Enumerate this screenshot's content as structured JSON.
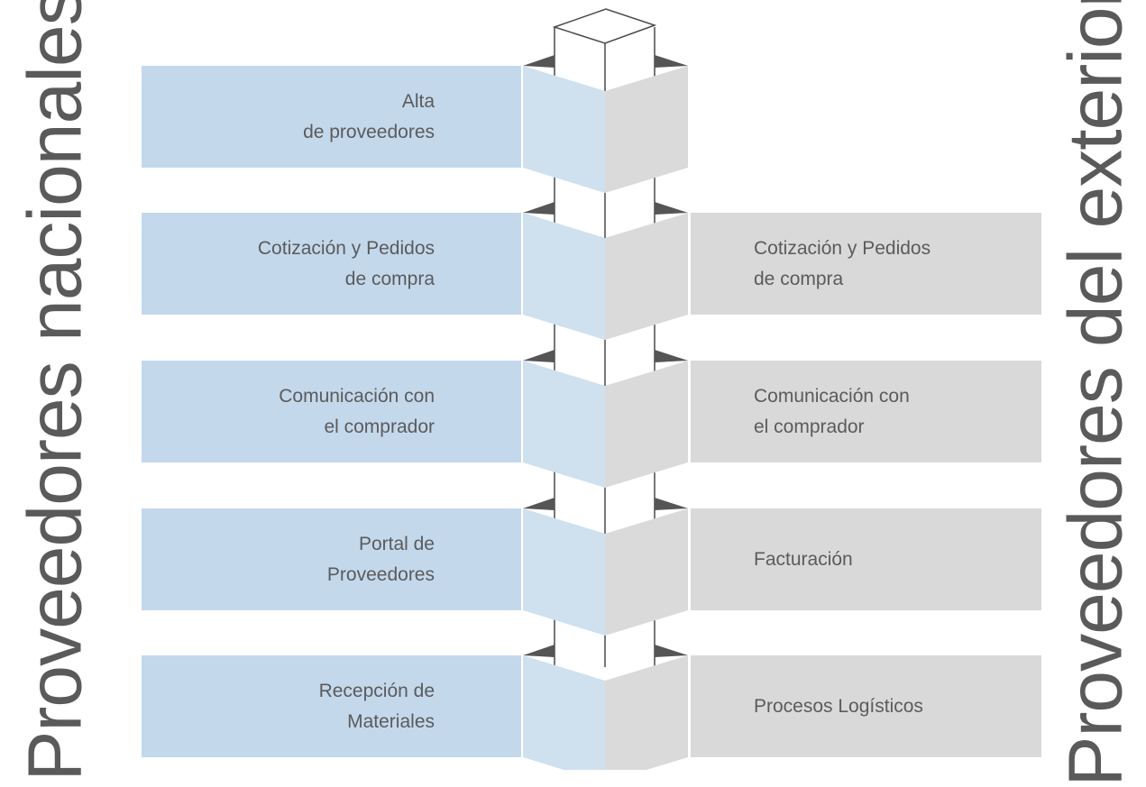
{
  "titles": {
    "left": "Proveedores nacionales",
    "right": "Proveedores del exterior"
  },
  "rows": [
    {
      "left_line1": "Alta",
      "left_line2": "de proveedores",
      "right_line1": "",
      "right_line2": ""
    },
    {
      "left_line1": "Cotización y Pedidos",
      "left_line2": "de compra",
      "right_line1": "Cotización y Pedidos",
      "right_line2": "de compra"
    },
    {
      "left_line1": "Comunicación con",
      "left_line2": "el comprador",
      "right_line1": "Comunicación con",
      "right_line2": "el comprador"
    },
    {
      "left_line1": "Portal de",
      "left_line2": "Proveedores",
      "right_line1": "Facturación",
      "right_line2": ""
    },
    {
      "left_line1": "Recepción de",
      "left_line2": "Materiales",
      "right_line1": "Procesos Logísticos",
      "right_line2": ""
    }
  ],
  "colors": {
    "national_box": "#c4d8ec",
    "national_face": "#cfe0ef",
    "exterior_box": "#d9d9da",
    "exterior_face": "#dadadb",
    "shadow": "#555555",
    "pillar_stroke": "#4a4a4a"
  }
}
